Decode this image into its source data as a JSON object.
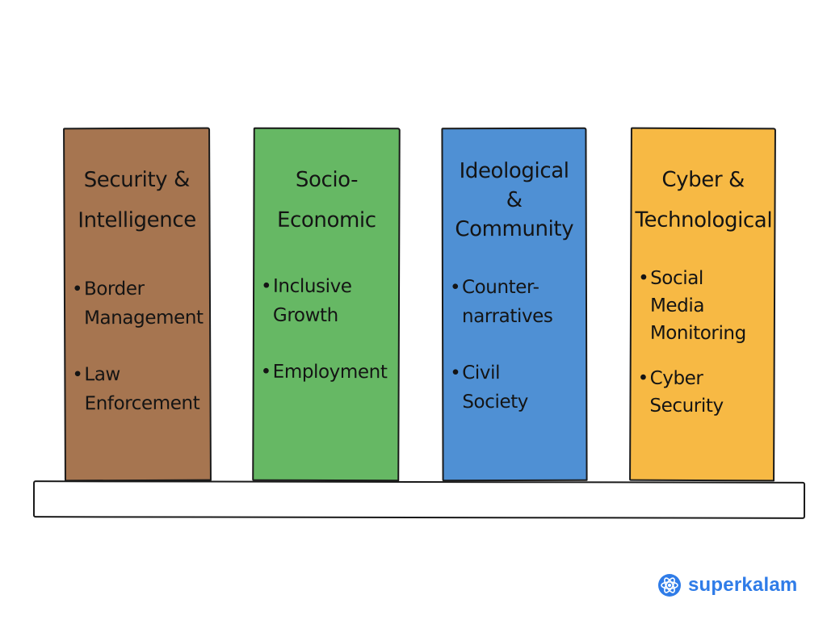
{
  "pillars": [
    {
      "title": [
        "Security &",
        "Intelligence"
      ],
      "color": "#a67550",
      "items": [
        [
          "Border",
          "Management"
        ],
        [
          "Law",
          "Enforcement"
        ]
      ]
    },
    {
      "title": [
        "Socio-",
        "Economic"
      ],
      "color": "#66b864",
      "items": [
        [
          "Inclusive",
          "Growth"
        ],
        [
          "Employment"
        ]
      ]
    },
    {
      "title": [
        "Ideological",
        "&",
        "Community"
      ],
      "color": "#4f90d4",
      "items": [
        [
          "Counter-",
          "narratives"
        ],
        [
          "Civil",
          "Society"
        ]
      ]
    },
    {
      "title": [
        "Cyber &",
        "Technological"
      ],
      "color": "#f7b944",
      "items": [
        [
          "Social",
          "Media",
          "Monitoring"
        ],
        [
          "Cyber",
          "Security"
        ]
      ]
    }
  ],
  "branding": {
    "name": "superkalam",
    "icon": "atom-logo-icon",
    "color": "#2f7ce8"
  }
}
